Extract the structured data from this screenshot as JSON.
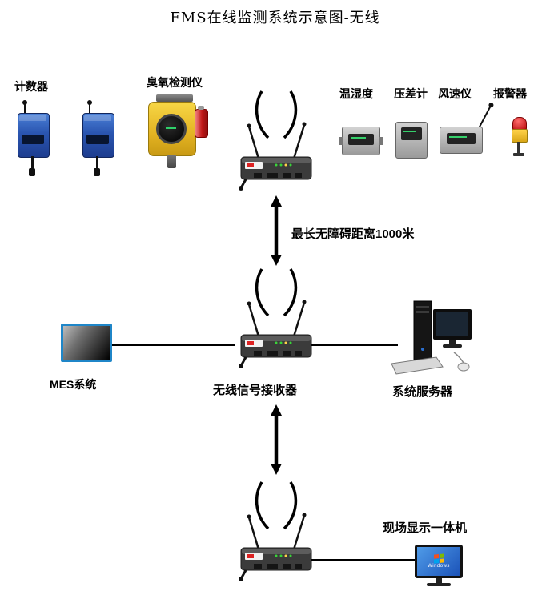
{
  "title": "FMS在线监测系统示意图-无线",
  "labels": {
    "counter": "计数器",
    "ozone": "臭氧检测仪",
    "temp_humidity": "温湿度",
    "pressure_gauge": "压差计",
    "anemometer": "风速仪",
    "alarm": "报警器",
    "max_distance": "最长无障碍距离1000米",
    "mes_system": "MES系统",
    "wireless_receiver": "无线信号接收器",
    "system_server": "系统服务器",
    "onsite_display": "现场显示一体机",
    "windows_screen": "Windows"
  },
  "icons": {
    "wireless_router": "dark-router-with-two-antennas-and-signal-arcs",
    "counter_device": "blue-counter-box-with-antenna-and-cable",
    "ozone_device": "yellow-gas-detector-with-round-dial-and-red-cylinder",
    "temp_humidity_device": "gray-sensor-box",
    "pressure_device": "gray-sensor-box",
    "anemometer_device": "gray-sensor-box-with-antenna",
    "alarm_device": "red-beacon-on-yellow-base",
    "mes_device": "blue-framed-monitor",
    "server_device": "tower-pc-with-monitor-keyboard-mouse",
    "display_device": "windows-monitor"
  },
  "colors": {
    "counter_blue": "#2a55b0",
    "ozone_yellow": "#e3b322",
    "alarm_red": "#bb0f0f",
    "router_gray": "#3b3b3b",
    "mes_frame_blue": "#1f86c8",
    "windows_blue": "#1b52b8",
    "line_black": "#000000"
  }
}
